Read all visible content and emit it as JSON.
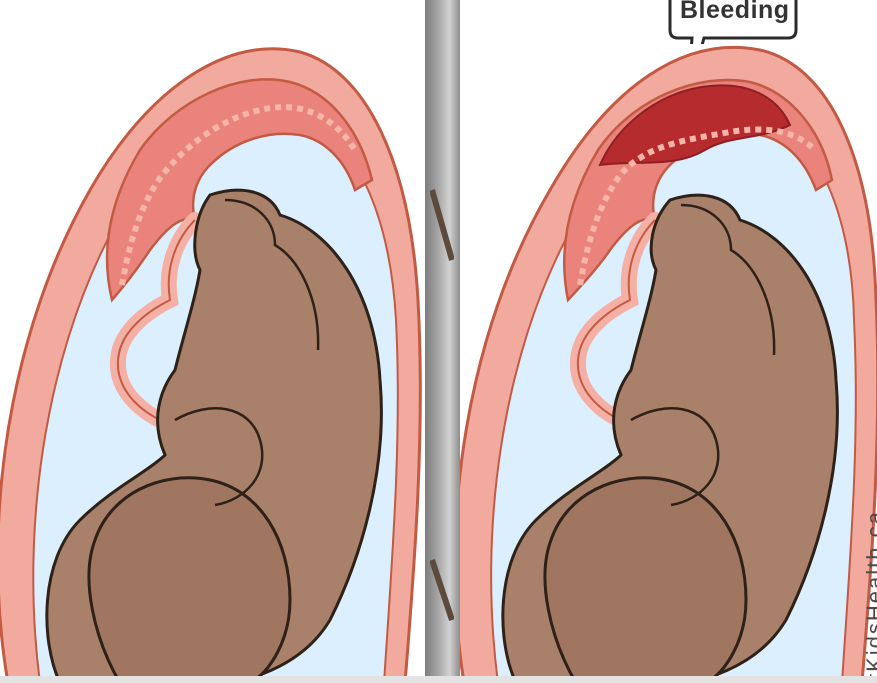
{
  "image": {
    "description_kind": "medical illustration",
    "panels": [
      {
        "name": "normal-placenta",
        "has_label": false
      },
      {
        "name": "placental-abruption",
        "has_label": true
      }
    ]
  },
  "callout": {
    "label": "Bleeding"
  },
  "watermark": {
    "text": "tKidsHealth.ca"
  },
  "colors": {
    "uterus_wall": "#f2a99e",
    "uterus_outline": "#c25a44",
    "amniotic_fluid": "#dcefff",
    "placenta": "#e9837b",
    "placenta_light": "#f6b5a8",
    "blood": "#b52b2e",
    "baby_skin": "#a9806a",
    "baby_outline": "#2e2118",
    "divider": "#9a9a9a"
  }
}
